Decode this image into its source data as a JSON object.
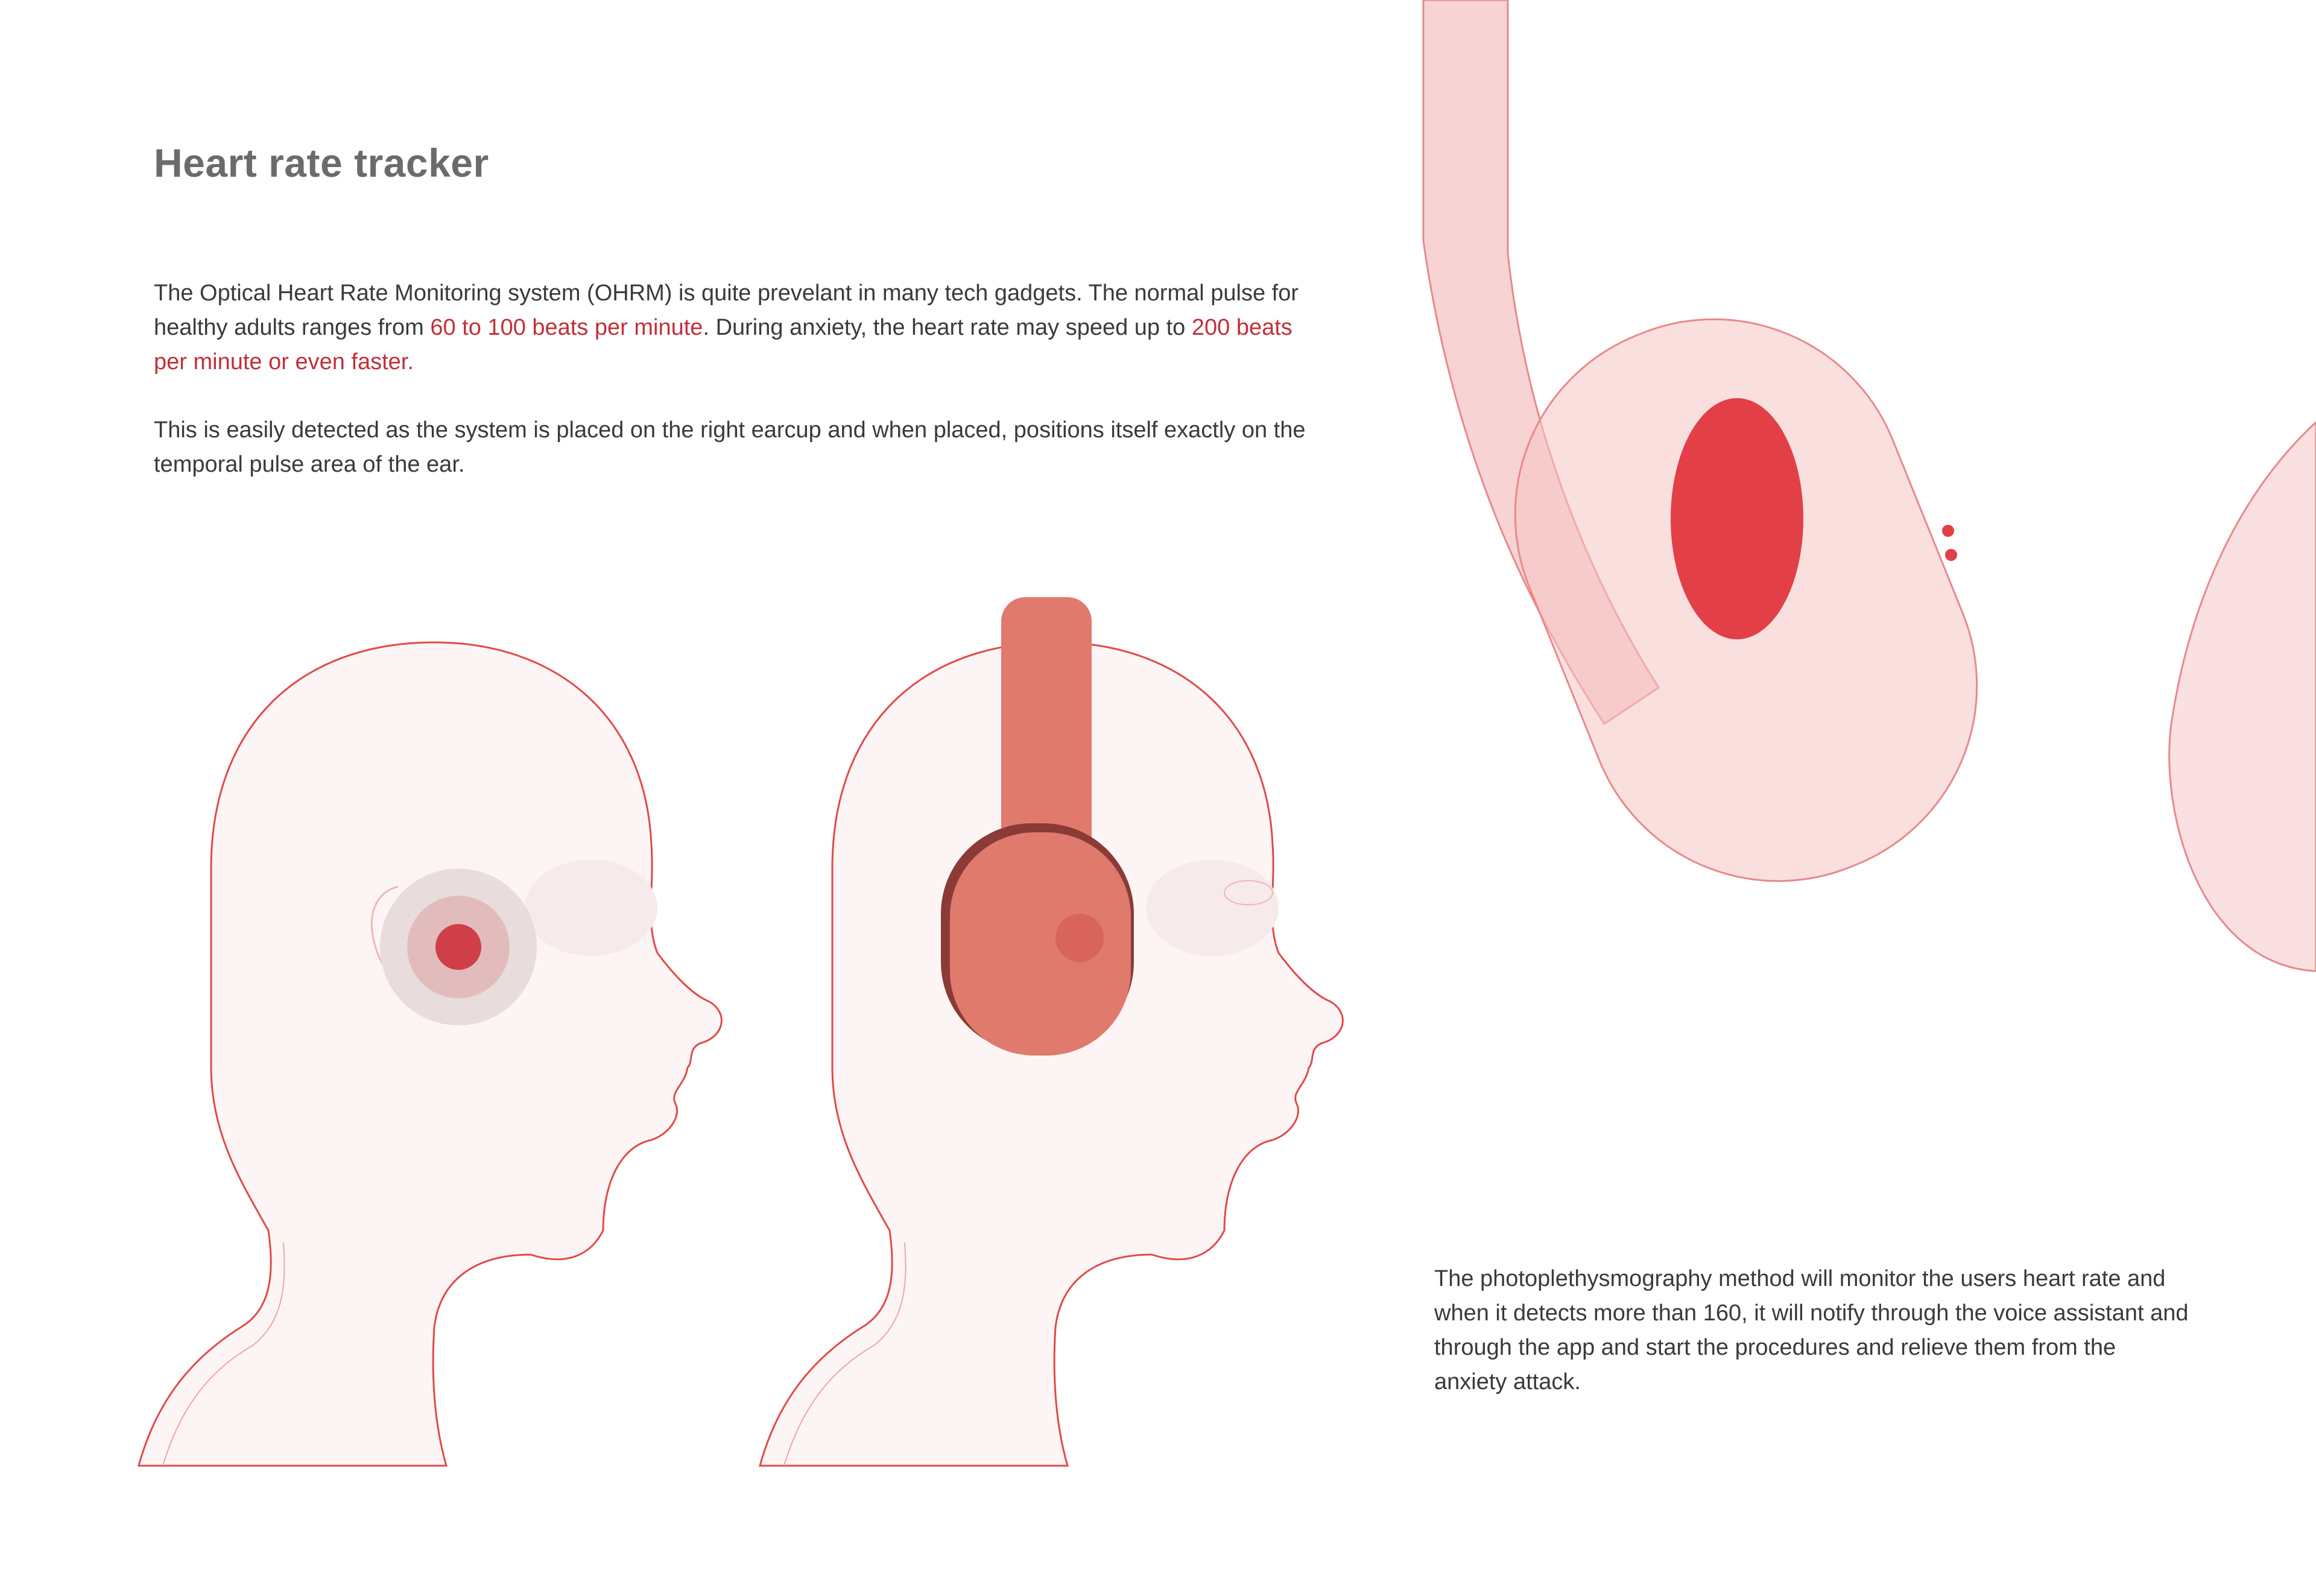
{
  "title": "Heart rate tracker",
  "intro": {
    "p1_a": "The Optical Heart Rate Monitoring system (OHRM) is quite prevelant in many tech gadgets. The normal pulse for healthy adults ranges from ",
    "p1_hl1": "60 to 100 beats per minute",
    "p1_b": ". During anxiety, the heart rate may speed up to ",
    "p1_hl2": "200 beats per minute or even faster.",
    "p2": "This is easily detected as the system is placed on the right earcup and when placed, positions itself exactly on the temporal pulse area of the ear."
  },
  "method_text": "The photoplethysmography method will monitor the users heart rate and when it detects more than 160, it will notify through the voice assistant and through the app and start the procedures and relieve them from the anxiety attack.",
  "colors": {
    "accent": "#c0303a",
    "outline": "#e04a4a",
    "headphone": "#e07a6c",
    "title": "#6b6b6b",
    "body": "#3a3a3a"
  }
}
